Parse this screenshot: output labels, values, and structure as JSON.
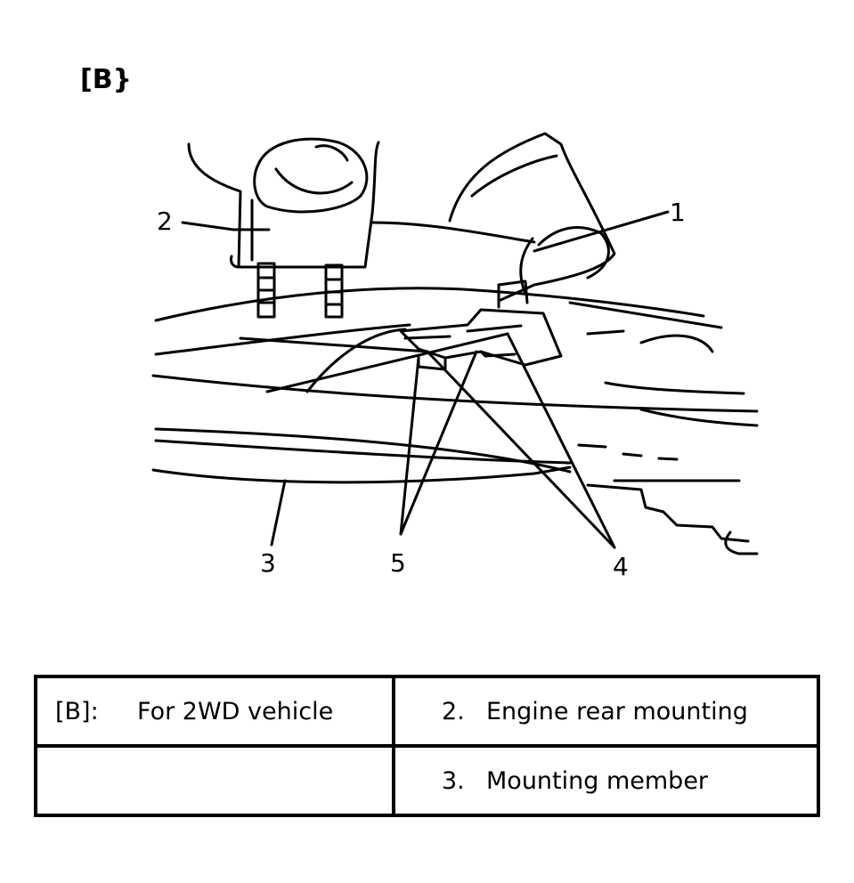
{
  "figure": {
    "label": "[B}"
  },
  "callouts": [
    "1",
    "2",
    "3",
    "4",
    "5"
  ],
  "legend": {
    "rows": [
      {
        "left_key": "[B]:",
        "left_text": "For 2WD vehicle",
        "right_key": "2.",
        "right_text": "Engine rear mounting"
      },
      {
        "left_key": "",
        "left_text": "",
        "right_key": "3.",
        "right_text": "Mounting member"
      }
    ]
  }
}
